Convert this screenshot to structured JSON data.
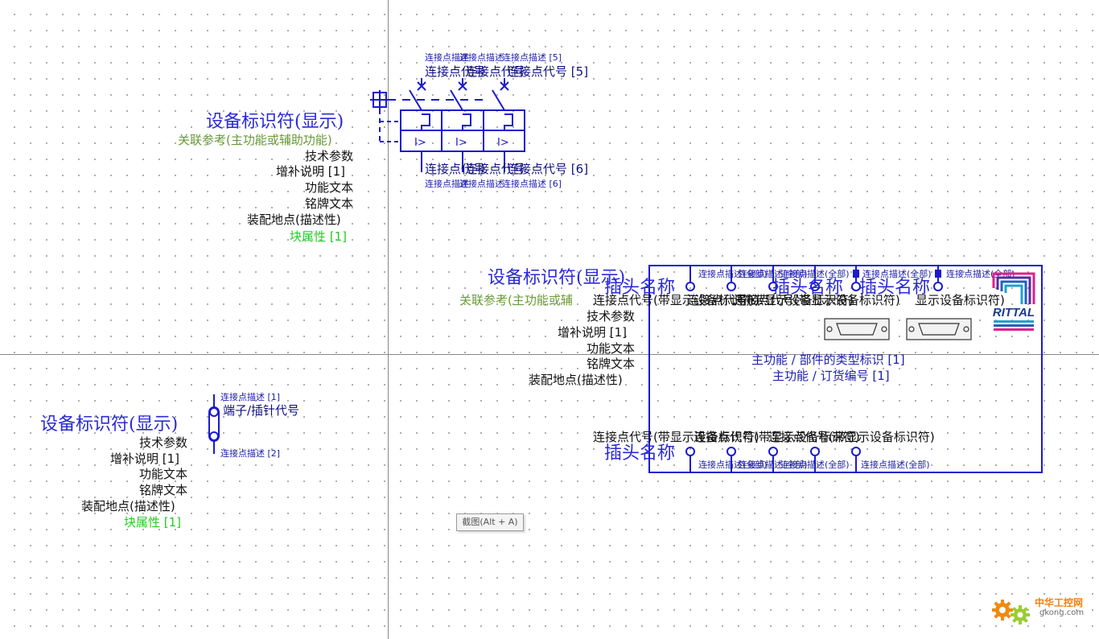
{
  "symbol1": {
    "conn_desc_top": "连接点描述",
    "conn_desc_top_idx": "[5]",
    "conn_code_top": "连接点代号",
    "conn_code_top_idx": "[5]",
    "conn_code_bottom": "连接点代号",
    "conn_code_bottom_idx": "[6]",
    "conn_desc_bottom": "连接点描述",
    "conn_desc_bottom_idx": "[6]",
    "device_tag": "设备标识符(显示)",
    "assoc_ref": "关联参考(主功能或辅助功能)",
    "tech_params": "技术参数",
    "supp_desc": "增补说明 [1]",
    "func_text": "功能文本",
    "nameplate": "铭牌文本",
    "mount_loc": "装配地点(描述性)",
    "block_prop": "块属性 [1]",
    "trip_label": "I>"
  },
  "symbol2": {
    "device_tag": "设备标识符(显示)",
    "assoc_ref": "关联参考(主功能或辅",
    "tech_params": "技术参数",
    "supp_desc": "增补说明 [1]",
    "func_text": "功能文本",
    "nameplate": "铭牌文本",
    "mount_loc": "装配地点(描述性)",
    "plug_name": "插头名称",
    "plug_name_2": "插头名称",
    "plug_name_3": "插头名称",
    "plug_name_bottom": "插头名称",
    "conn_desc_all": "连接点描述(全部)",
    "conn_code_show_tag": "连接点代号(带显示设备标识符)",
    "conn_code_show_tag_right": "显示设备标识符)",
    "conn_code_bottom_row": "连接点代号(带显示设备标识符)",
    "part_type_tag": "主功能 / 部件的类型标识 [1]",
    "order_number": "主功能 / 订货编号 [1]",
    "brand": "RITTAL"
  },
  "symbol3": {
    "conn_desc_1": "连接点描述 [1]",
    "terminal_code": "端子/插针代号",
    "conn_desc_2": "连接点描述 [2]",
    "device_tag": "设备标识符(显示)",
    "tech_params": "技术参数",
    "supp_desc": "增补说明 [1]",
    "func_text": "功能文本",
    "nameplate": "铭牌文本",
    "mount_loc": "装配地点(描述性)",
    "block_prop": "块属性 [1]"
  },
  "tooltip": "截图(Alt + A)",
  "watermark": {
    "cn": "中华工控网",
    "en": "gkong.com"
  },
  "colors": {
    "symbol_line": "#1a1ad0",
    "attribute_text": "#111111",
    "device_tag": "#2b2bd6",
    "assoc_ref": "#6a9a3a",
    "block_prop": "#22cc22",
    "crosshair": "#888888"
  }
}
